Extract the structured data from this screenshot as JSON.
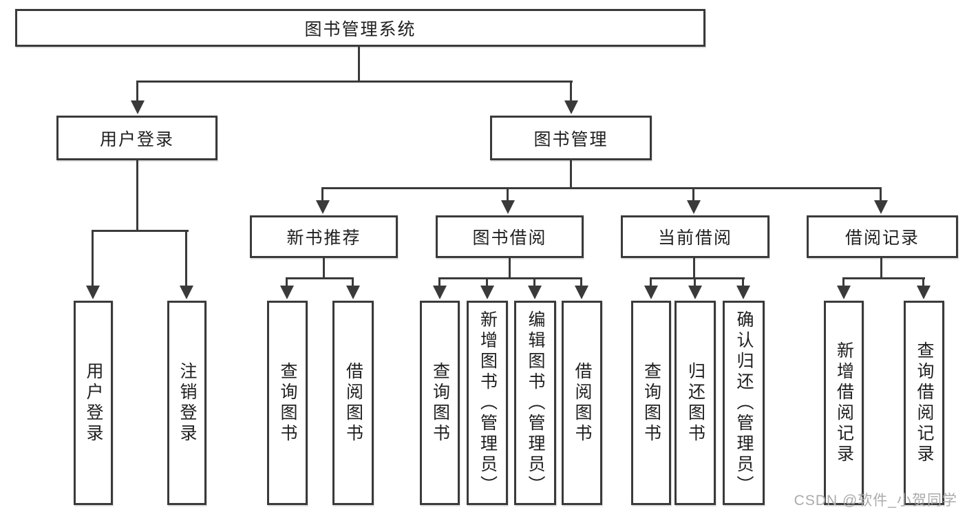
{
  "diagram": {
    "root": "图书管理系统",
    "level2": [
      "用户登录",
      "图书管理"
    ],
    "level3": [
      "新书推荐",
      "图书借阅",
      "当前借阅",
      "借阅记录"
    ],
    "leaves": {
      "login": [
        "用户登录",
        "注销登录"
      ],
      "recommend": [
        "查询图书",
        "借阅图书"
      ],
      "borrow": [
        "查询图书",
        "新增图书（管理员）",
        "编辑图书（管理员）",
        "借阅图书"
      ],
      "current": [
        "查询图书",
        "归还图书",
        "确认归还（管理员）"
      ],
      "records": [
        "新增借阅记录",
        "查询借阅记录"
      ]
    }
  },
  "watermark": "CSDN @软件_小贺同学",
  "colors": {
    "line": "#3a3a3a",
    "text": "#1f1f1f",
    "watermark": "#ababab",
    "background": "#ffffff"
  }
}
